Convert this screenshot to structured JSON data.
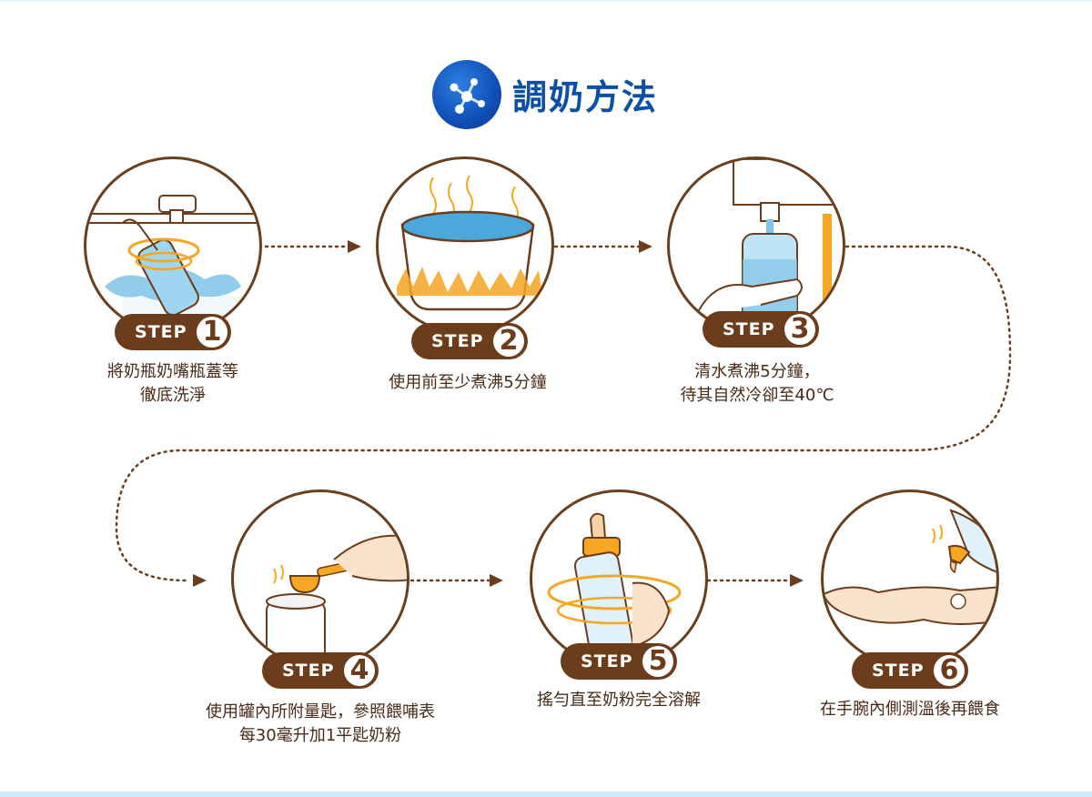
{
  "header": {
    "title": "調奶方法",
    "logo_icon": "molecule-icon"
  },
  "colors": {
    "brown": "#6b3d1c",
    "blue": "#0b4fa7",
    "flame": "#f5a623",
    "water": "#7fc3e8"
  },
  "steps": [
    {
      "label": "STEP",
      "number": "1",
      "line1": "將奶瓶奶嘴瓶蓋等",
      "line2": "徹底洗淨",
      "illustration": "faucet-wash-icon"
    },
    {
      "label": "STEP",
      "number": "2",
      "line1": "使用前至少煮沸5分鐘",
      "line2": "",
      "illustration": "boiling-pot-icon"
    },
    {
      "label": "STEP",
      "number": "3",
      "line1": "清水煮沸5分鐘，",
      "line2": "待其自然冷卻至40℃",
      "illustration": "pour-water-icon"
    },
    {
      "label": "STEP",
      "number": "4",
      "line1": "使用罐內所附量匙，參照餵哺表",
      "line2": "每30毫升加1平匙奶粉",
      "illustration": "scoop-powder-icon"
    },
    {
      "label": "STEP",
      "number": "5",
      "line1": "搖勻直至奶粉完全溶解",
      "line2": "",
      "illustration": "shake-bottle-icon"
    },
    {
      "label": "STEP",
      "number": "6",
      "line1": "在手腕內側測溫後再餵食",
      "line2": "",
      "illustration": "wrist-test-icon"
    }
  ]
}
